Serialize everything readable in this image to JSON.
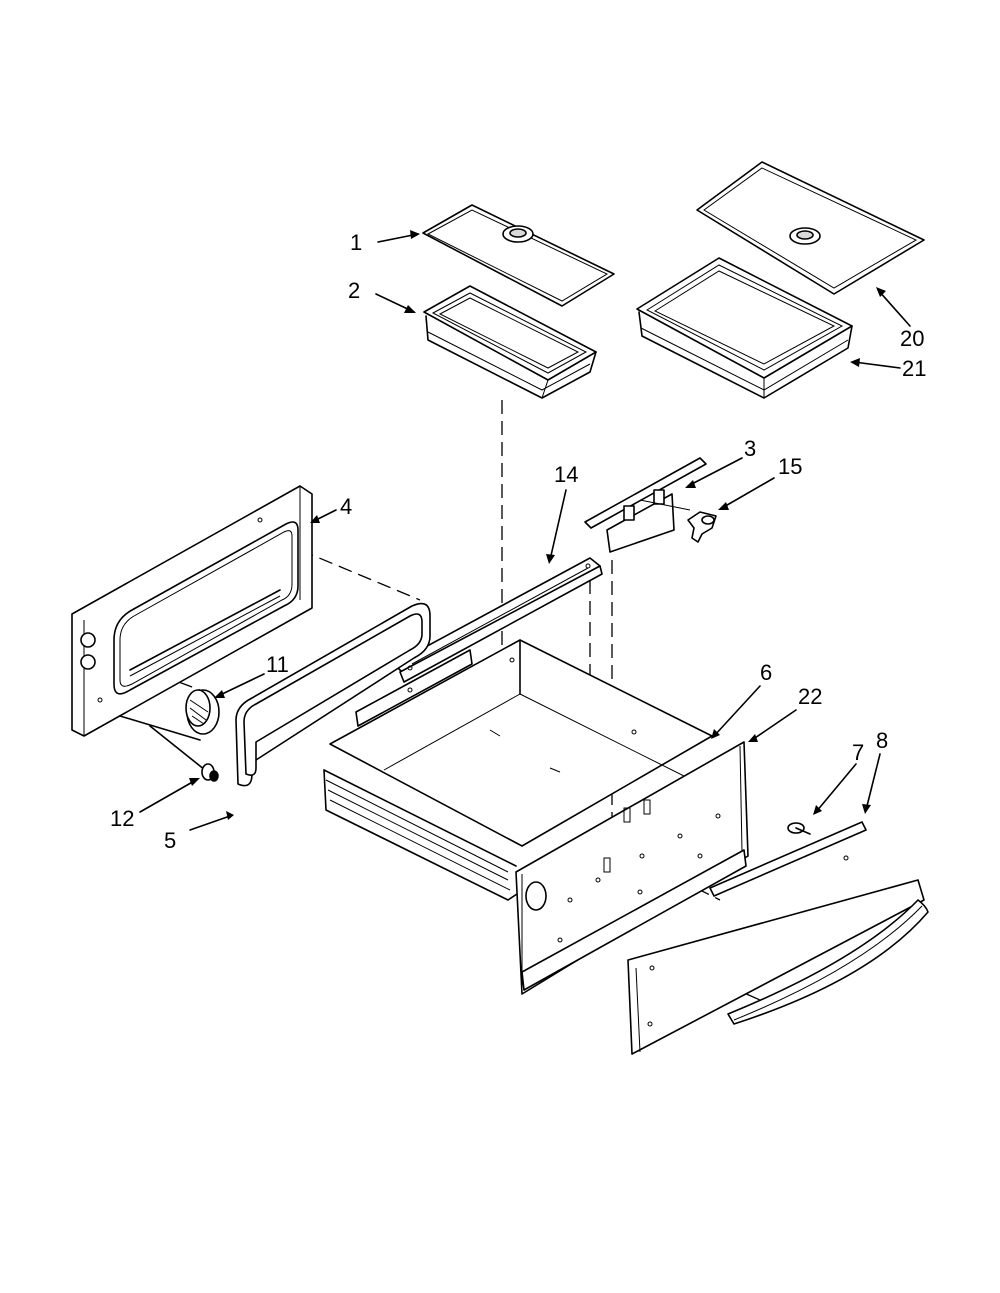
{
  "callouts": [
    {
      "id": "1",
      "text": "1"
    },
    {
      "id": "2",
      "text": "2"
    },
    {
      "id": "20",
      "text": "20"
    },
    {
      "id": "21",
      "text": "21"
    },
    {
      "id": "14",
      "text": "14"
    },
    {
      "id": "3",
      "text": "3"
    },
    {
      "id": "15",
      "text": "15"
    },
    {
      "id": "4",
      "text": "4"
    },
    {
      "id": "11",
      "text": "11"
    },
    {
      "id": "6",
      "text": "6"
    },
    {
      "id": "22",
      "text": "22"
    },
    {
      "id": "7",
      "text": "7"
    },
    {
      "id": "8",
      "text": "8"
    },
    {
      "id": "12",
      "text": "12"
    },
    {
      "id": "5",
      "text": "5"
    }
  ]
}
